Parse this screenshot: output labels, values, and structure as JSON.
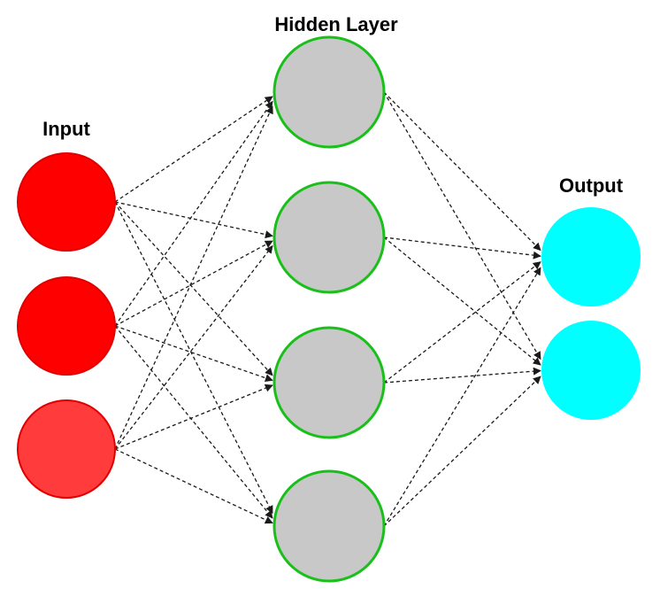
{
  "labels": {
    "input": "Input",
    "hidden": "Hidden Layer",
    "output": "Output"
  },
  "layers": [
    {
      "id": "input",
      "node_count": 3,
      "node_colors": [
        "#ff0000",
        "#ff0000",
        "#ff3b3b"
      ],
      "stroke_color": "#e00000"
    },
    {
      "id": "hidden",
      "node_count": 4,
      "node_colors": [
        "#c8c8c8",
        "#c8c8c8",
        "#c8c8c8",
        "#c8c8c8"
      ],
      "stroke_color": "#19c019"
    },
    {
      "id": "output",
      "node_count": 2,
      "node_colors": [
        "#00ffff",
        "#00ffff"
      ],
      "stroke_color": "#00ffff"
    }
  ],
  "connections": "fully-connected dashed arrows between adjacent layers",
  "edge_color": "#1a1a1a"
}
